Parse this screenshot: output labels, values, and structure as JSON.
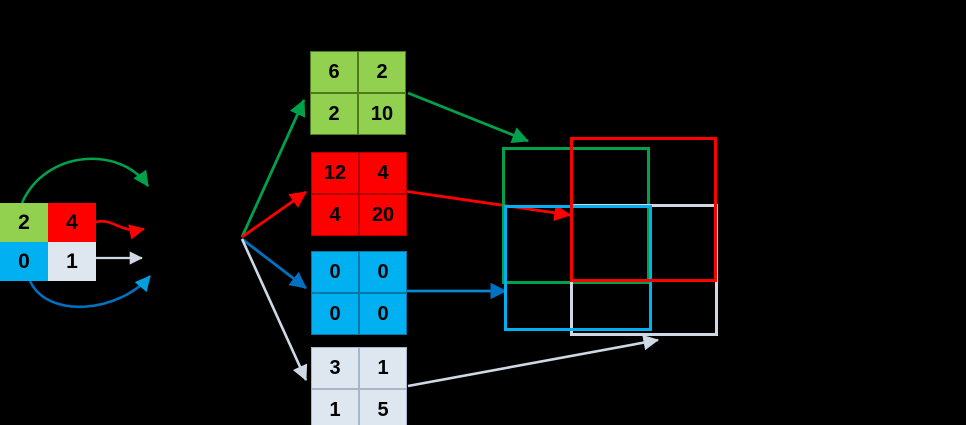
{
  "diagram": {
    "title": "Kronecker product expansion of a 2x2 matrix into overlapping output patches",
    "background_color": "#000000",
    "palette": {
      "green": "#92d050",
      "green_stroke": "#00a14b",
      "red": "#ff0000",
      "blue": "#00b0f0",
      "blue_stroke": "#0070c0",
      "gray": "#dee6f0",
      "gray_stroke": "#cfd9e6",
      "text": "#000000"
    }
  },
  "source_matrix": {
    "name": "input-2x2",
    "cells": [
      {
        "value": "2",
        "color_key": "green"
      },
      {
        "value": "4",
        "color_key": "red"
      },
      {
        "value": "0",
        "color_key": "blue"
      },
      {
        "value": "1",
        "color_key": "gray"
      }
    ]
  },
  "kernel_results": [
    {
      "name": "green-result",
      "color_key": "green",
      "values": [
        "6",
        "2",
        "2",
        "10"
      ]
    },
    {
      "name": "red-result",
      "color_key": "red",
      "values": [
        "12",
        "4",
        "4",
        "20"
      ]
    },
    {
      "name": "blue-result",
      "color_key": "blue",
      "values": [
        "0",
        "0",
        "0",
        "0"
      ]
    },
    {
      "name": "gray-result",
      "color_key": "gray",
      "values": [
        "3",
        "1",
        "1",
        "5"
      ]
    }
  ],
  "output_patches": [
    {
      "name": "green-patch",
      "color_key": "green_stroke",
      "position": "top-left"
    },
    {
      "name": "red-patch",
      "color_key": "red",
      "position": "top-right"
    },
    {
      "name": "blue-patch",
      "color_key": "blue",
      "position": "bottom-left"
    },
    {
      "name": "gray-patch",
      "color_key": "gray_stroke",
      "position": "bottom-right"
    }
  ],
  "arrows": {
    "source_to_fan": [
      {
        "name": "green-curve-arrow",
        "color_key": "green_stroke"
      },
      {
        "name": "red-curve-arrow",
        "color_key": "red"
      },
      {
        "name": "gray-straight-arrow",
        "color_key": "gray_stroke"
      },
      {
        "name": "blue-curve-arrow",
        "color_key": "blue_stroke"
      }
    ],
    "fan_to_kernels": [
      {
        "name": "fan-arrow-green",
        "color_key": "green_stroke"
      },
      {
        "name": "fan-arrow-red",
        "color_key": "red"
      },
      {
        "name": "fan-arrow-blue",
        "color_key": "blue_stroke"
      },
      {
        "name": "fan-arrow-gray",
        "color_key": "gray_stroke"
      }
    ],
    "kernels_to_output": [
      {
        "name": "green-output-arrow",
        "color_key": "green_stroke"
      },
      {
        "name": "red-output-arrow",
        "color_key": "red"
      },
      {
        "name": "blue-output-arrow",
        "color_key": "blue_stroke"
      },
      {
        "name": "gray-output-arrow",
        "color_key": "gray_stroke"
      }
    ]
  }
}
